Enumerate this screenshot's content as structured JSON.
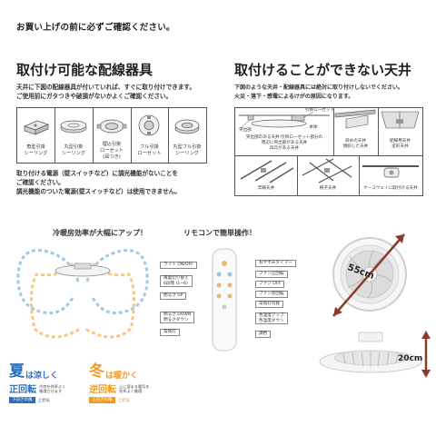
{
  "notice": "お買い上げの前に必ずご確認ください。",
  "left_section": {
    "title": "取付け可能な配線器具",
    "description": [
      "天井に下図の配線器具が付いていれば、すぐに取り付けできます。",
      "ご使用前にガタつきや破損がないかよくご確認ください。"
    ],
    "fixtures": [
      {
        "label_lines": [
          "角型引掛",
          "シーリング"
        ]
      },
      {
        "label_lines": [
          "丸型引掛",
          "シーリング"
        ]
      },
      {
        "label_lines": [
          "埋込引掛",
          "ローゼット",
          "(耳つき)"
        ]
      },
      {
        "label_lines": [
          "フル引掛",
          "ローゼット"
        ]
      },
      {
        "label_lines": [
          "丸型フル引掛",
          "シーリング"
        ]
      }
    ],
    "note_lines": [
      "取り付ける電源（壁スイッチなど）に調光機能がないことを",
      "ご確認ください。",
      "調光機能のついた電源(壁スイッチなど）は使用できません。"
    ]
  },
  "right_section": {
    "title": "取付けることができない天井",
    "description": [
      "下図のような天井・配線器具には絶対に取り付けしないでください。",
      "火災・落下・感電によるけがの原因になります。"
    ],
    "top_labels": {
      "outlet": "引掛ローゼット",
      "body": "本体",
      "protrusion": "突出部"
    },
    "cells_top": [
      {
        "label_lines": [
          "突出部のある天井:引掛ローゼット部分の",
          "周辺に突出部がある天井",
          "凹凸がある天井"
        ]
      },
      {
        "label_lines": [
          "斜めの天井",
          "傾斜した天井"
        ]
      },
      {
        "label_lines": [
          "配線用天井",
          "変形天井"
        ]
      }
    ],
    "cells_bottom": [
      {
        "label_lines": [
          "竿縁天井"
        ]
      },
      {
        "label_lines": [
          "格子天井"
        ]
      },
      {
        "label_lines": [
          "ケースウェイに取付ける天井"
        ]
      }
    ]
  },
  "fan_section": {
    "title": "冷暖房効率が大幅にアップ！",
    "summer_big": "夏",
    "summer_rest": "は涼しく",
    "summer_mode": "正回転",
    "summer_small": [
      "冷房を効率よく",
      "循環させます"
    ],
    "summer_badge": "下向きの風",
    "summer_badge2": "上昇気",
    "winter_big": "冬",
    "winter_rest": "は暖かく",
    "winter_mode": "逆回転",
    "winter_small": [
      "上に溜まる暖気を",
      "効率よく循環"
    ],
    "winter_badge": "上向きの風",
    "winter_badge2": "上昇気"
  },
  "remote_section": {
    "title": "リモコンで簡単操作！",
    "left_labels": [
      "ライト ON/OFF",
      "風量切り替え",
      "6段階 (1~6)",
      "明るさ UP",
      "明るさ DOWN",
      "明るさダウン",
      "常夜灯"
    ],
    "right_labels": [
      "おやすみタイマー",
      "ファン正回転",
      "ファン OFF",
      "ファン逆回転",
      "常夜灯切替",
      "色温度アップ",
      "色温度ダウン",
      "調色"
    ]
  },
  "dimensions": {
    "diameter": "55cm",
    "height": "20cm"
  },
  "colors": {
    "summer": "#2e6fb5",
    "winter": "#f29a1f",
    "cool_airflow": "#9ec9e8",
    "warm_airflow": "#f7c77b"
  }
}
